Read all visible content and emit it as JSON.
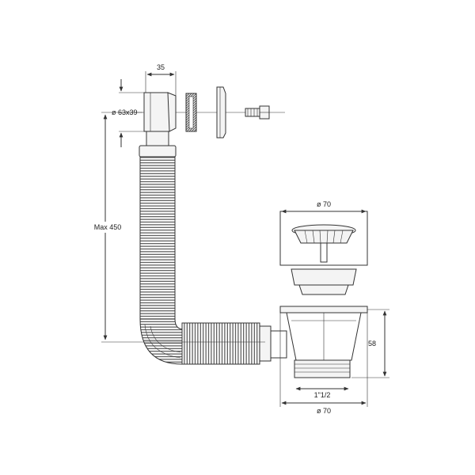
{
  "dimensions": {
    "top_width": "35",
    "inlet_size": "ø 63x39",
    "hose_length": "Max 450",
    "strainer_diameter": "ø 70",
    "body_height": "58",
    "outlet_thread": "1\"1/2",
    "bottom_diameter": "ø 70"
  }
}
